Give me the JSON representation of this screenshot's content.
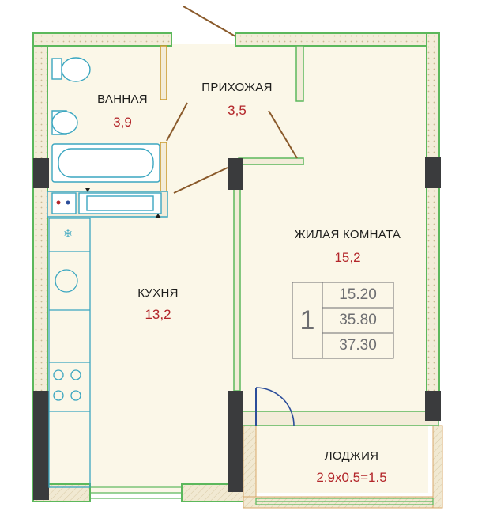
{
  "rooms": {
    "bathroom": {
      "name": "ВАННАЯ",
      "area": "3,9"
    },
    "hallway": {
      "name": "ПРИХОЖАЯ",
      "area": "3,5"
    },
    "living": {
      "name": "ЖИЛАЯ КОМНАТА",
      "area": "15,2"
    },
    "kitchen": {
      "name": "КУХНЯ",
      "area": "13,2"
    },
    "loggia": {
      "name": "ЛОДЖИЯ",
      "area": "2.9x0.5=1.5"
    }
  },
  "summary": {
    "rooms_count": "1",
    "living_area": "15.20",
    "total_area": "35.80",
    "total_with_loggia": "37.30"
  },
  "colors": {
    "wall_fill": "#f3ecd9",
    "wall_outline": "#5cb85c",
    "floor": "#fbf7e8",
    "column": "#3a3b3d",
    "door_swing": "#8a5a2b",
    "fixture": "#3aa6c0",
    "name_text": "#1d1d1b",
    "area_text": "#b3262a"
  }
}
